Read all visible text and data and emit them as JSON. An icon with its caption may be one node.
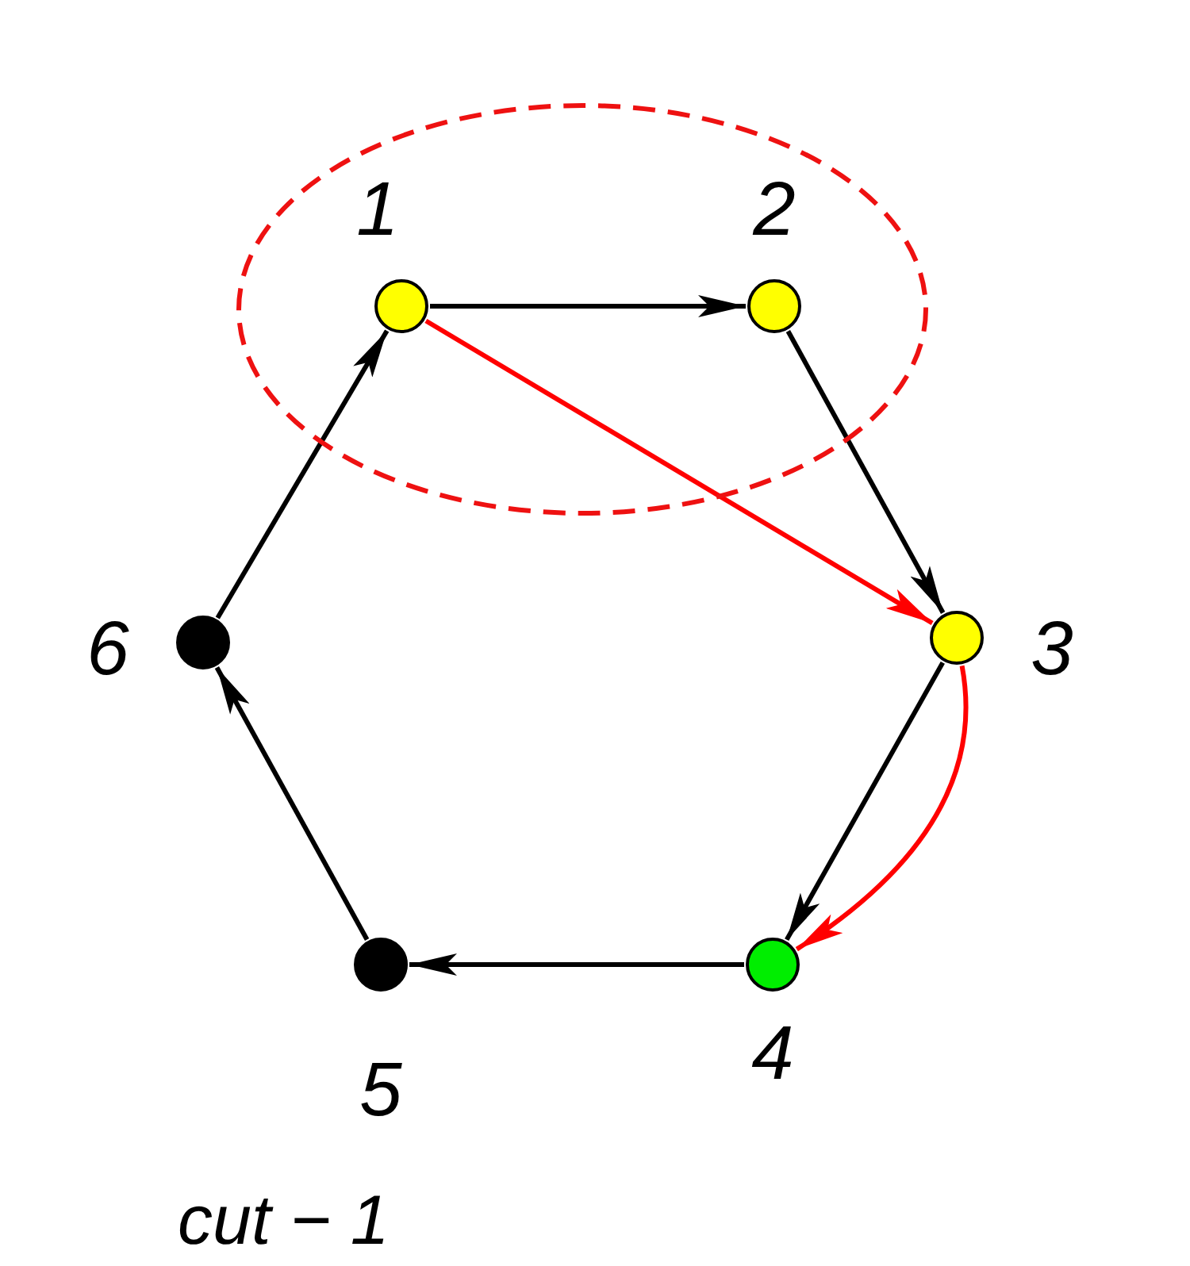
{
  "diagram": {
    "caption": "cut − 1",
    "nodes": [
      {
        "text": [],
        "shape": "ellipse"
      },
      {
        "text": [
          "1"
        ],
        "in": 0
      },
      {
        "text": [
          "2"
        ],
        "in": 0
      },
      {
        "text": [
          "3"
        ]
      },
      {
        "text": [
          "4"
        ]
      },
      {
        "text": [
          "5"
        ]
      },
      {
        "text": [
          "6"
        ]
      }
    ],
    "edges": [
      {
        "from": 1,
        "to": 2,
        "arrow": "to"
      },
      {
        "from": 2,
        "to": 3,
        "arrow": "to"
      },
      {
        "from": 3,
        "to": 4,
        "arrow": "to"
      },
      {
        "from": 4,
        "to": 5,
        "arrow": "to"
      },
      {
        "from": 5,
        "to": 6,
        "arrow": "to"
      },
      {
        "from": 6,
        "to": 1,
        "arrow": "to"
      },
      {
        "from": 1,
        "to": 3,
        "arrow": "to",
        "color": "#ff0000"
      },
      {
        "from": 3,
        "to": 4,
        "arrow": "to",
        "color": "#ff0000"
      }
    ]
  }
}
